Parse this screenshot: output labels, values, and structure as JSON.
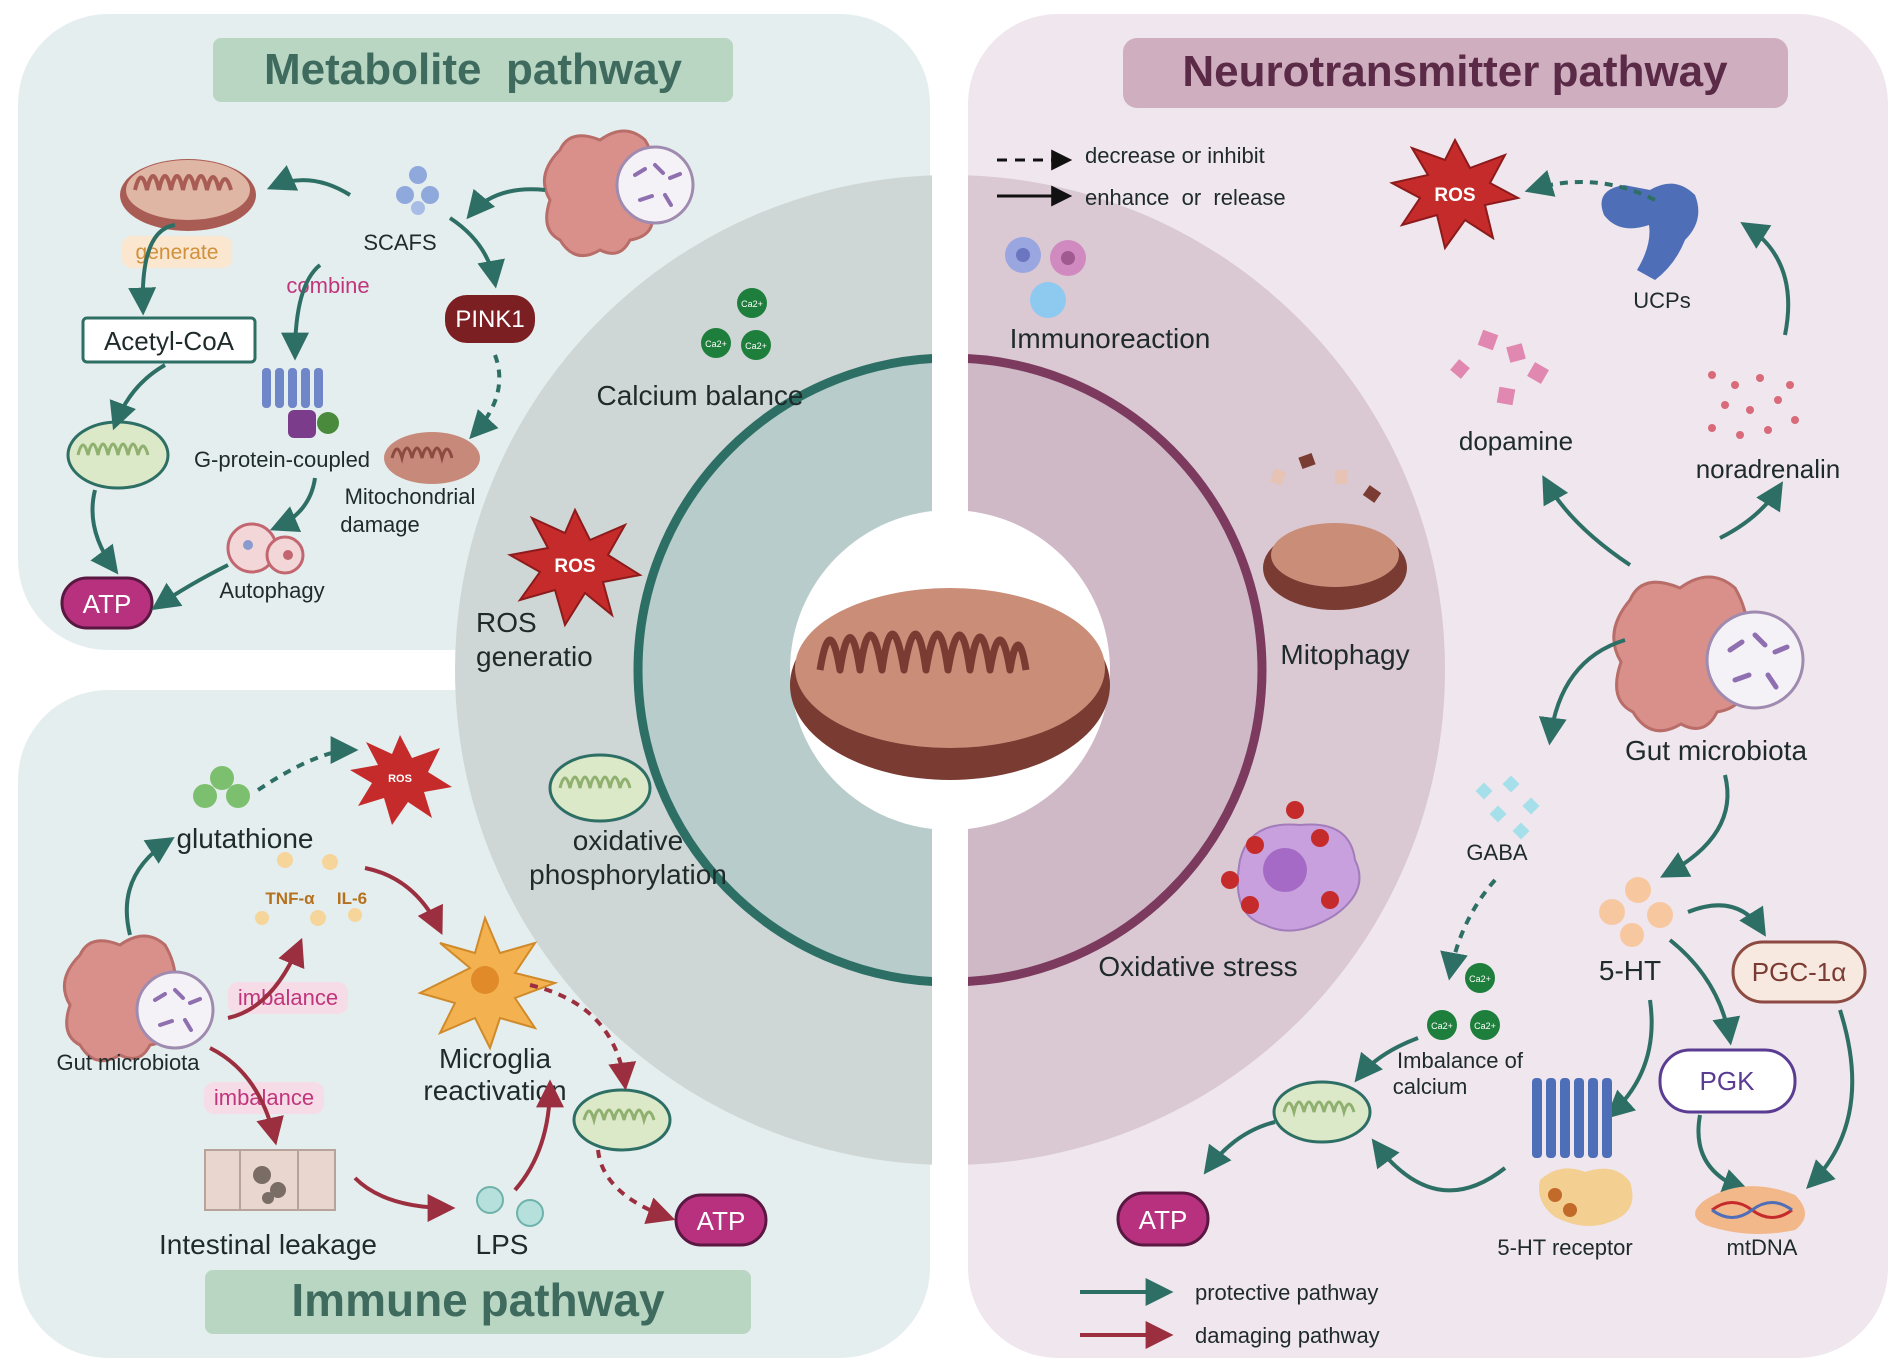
{
  "colors": {
    "protective": "#2e6f65",
    "damaging": "#9b2f3f",
    "metabolite_bg": "#e5eeee",
    "neuro_bg": "#efe6ee",
    "metabolite_title_bg": "#b9d6c3",
    "neuro_title_bg": "#cfaec0",
    "title_text_green": "#3f6b5e",
    "title_text_purple": "#5a2a47",
    "atp": "#b7317f",
    "ros": "#c62b2b",
    "pink1": "#7b1f23",
    "calcium": "#1e7e3c"
  },
  "titles": {
    "metabolite": "Metabolite  pathway",
    "neuro": "Neurotransmitter pathway",
    "immune": "Immune pathway"
  },
  "legend": {
    "decrease": "decrease or inhibit",
    "enhance": "enhance  or  release",
    "protective": "protective pathway",
    "damaging": "damaging pathway"
  },
  "metabolite": {
    "scafs": "SCAFS",
    "generate": "generate",
    "combine": "combine",
    "pink1": "PINK1",
    "acetyl": "Acetyl-CoA",
    "gprotein": "G-protein-coupled",
    "mito_damage_1": "Mitochondrial",
    "mito_damage_2": "damage",
    "autophagy": "Autophagy",
    "atp": "ATP"
  },
  "center": {
    "calcium": "Calcium balance",
    "ros_1": "ROS",
    "ros_2": "generatio",
    "oxphos_1": "oxidative",
    "oxphos_2": "phosphorylation",
    "immuno": "Immunoreaction",
    "mitophagy": "Mitophagy",
    "oxstress": "Oxidative stress",
    "ros_badge": "ROS",
    "ca_label": "Ca2+"
  },
  "immune": {
    "glutathione": "glutathione",
    "ros_badge": "ROS",
    "tnf": "TNF-α",
    "il6": "IL-6",
    "imbalance_1": "imbalance",
    "imbalance_2": "imbalance",
    "gut": "Gut microbiota",
    "microglia_1": "Microglia",
    "microglia_2": "reactivation",
    "leak": "Intestinal leakage",
    "lps": "LPS",
    "atp": "ATP"
  },
  "neuro": {
    "ros_badge": "ROS",
    "ucps": "UCPs",
    "dopamine": "dopamine",
    "noradrenalin": "noradrenalin",
    "gut": "Gut microbiota",
    "gaba": "GABA",
    "ht5": "5-HT",
    "pgc": "PGC-1α",
    "pgk": "PGK",
    "imbalance_1": "Imbalance of",
    "imbalance_2": "calcium",
    "ht5_receptor": "5-HT receptor",
    "mtdna": "mtDNA",
    "atp": "ATP"
  }
}
